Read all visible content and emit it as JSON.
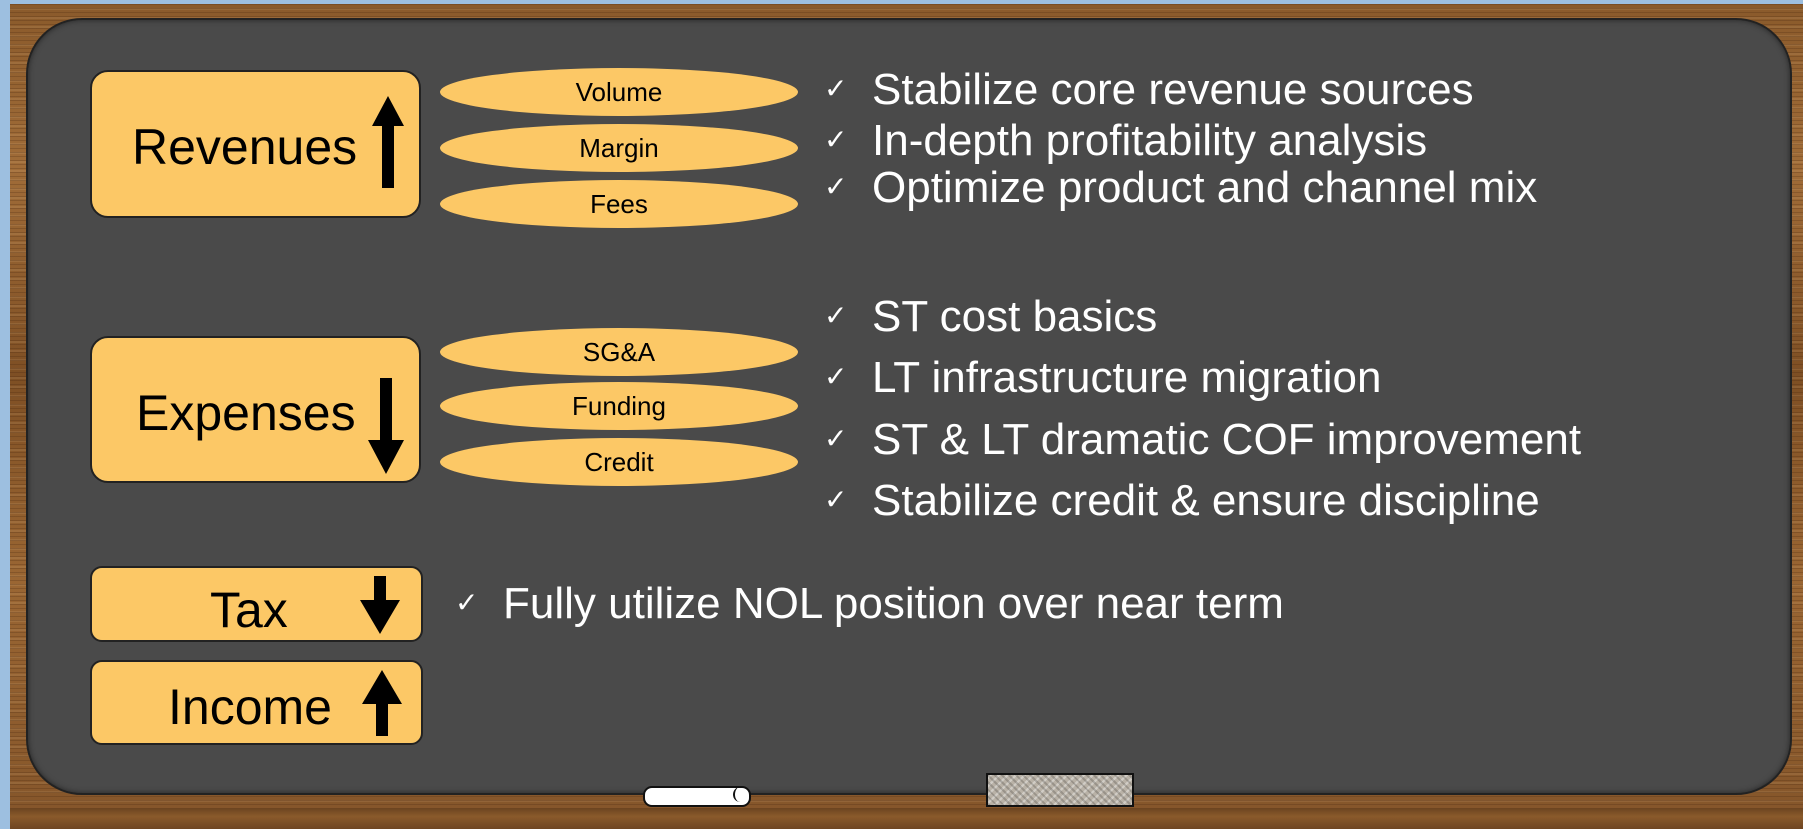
{
  "drivers": {
    "revenues": {
      "label": "Revenues",
      "arrow": "up-arrow-icon",
      "components": [
        "Volume",
        "Margin",
        "Fees"
      ],
      "actions": [
        "Stabilize core revenue sources",
        "In-depth profitability analysis",
        "Optimize product and channel mix"
      ]
    },
    "expenses": {
      "label": "Expenses",
      "arrow": "down-arrow-icon",
      "components": [
        "SG&A",
        "Funding",
        "Credit"
      ],
      "actions": [
        "ST cost basics",
        "LT infrastructure migration",
        "ST & LT dramatic COF improvement",
        "Stabilize credit & ensure discipline"
      ]
    },
    "tax": {
      "label": "Tax",
      "arrow": "down-arrow-icon",
      "actions": [
        "Fully utilize NOL position over near term"
      ]
    },
    "income": {
      "label": "Income",
      "arrow": "up-arrow-icon"
    }
  },
  "colors": {
    "box_fill": "#fcc866",
    "board": "#4a4a4a",
    "text_on_board": "#ffffff"
  }
}
